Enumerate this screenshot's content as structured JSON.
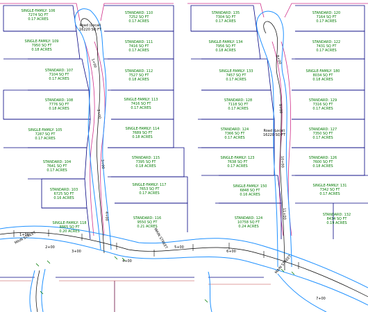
{
  "colors": {
    "lot_line": "#000080",
    "curb": "#1e90ff",
    "centerline": "#000000",
    "text_green": "#007a00",
    "parcel_pink": "#d0308a",
    "easement_red": "#c04040"
  },
  "lots": [
    {
      "id": "lot-l1",
      "type": "SINGLE-FAMILY: 106",
      "sqft": "7274 SQ FT",
      "acres": "0.17 ACRES"
    },
    {
      "id": "lot-l2",
      "type": "STANDARD: 110",
      "sqft": "7252 SQ FT",
      "acres": "0.17 ACRES"
    },
    {
      "id": "lot-l3",
      "type": "SINGLE-FAMILY: 109",
      "sqft": "7950 SQ FT",
      "acres": "0.18 ACRES"
    },
    {
      "id": "lot-l4",
      "type": "STANDARD: 111",
      "sqft": "7416 SQ FT",
      "acres": "0.17 ACRES"
    },
    {
      "id": "lot-l5",
      "type": "STANDARD: 107",
      "sqft": "7104 SQ FT",
      "acres": "0.17 ACRES"
    },
    {
      "id": "lot-l6",
      "type": "STANDARD: 112",
      "sqft": "7527 SQ FT",
      "acres": "0.18 ACRES"
    },
    {
      "id": "lot-l7",
      "type": "STANDARD: 108",
      "sqft": "7776 SQ FT",
      "acres": "0.18 ACRES"
    },
    {
      "id": "lot-l8",
      "type": "SINGLE-FAMILY: 113",
      "sqft": "7416 SQ FT",
      "acres": "0.17 ACRES"
    },
    {
      "id": "lot-l9",
      "type": "SINGLE-FAMILY: 105",
      "sqft": "7287 SQ FT",
      "acres": "0.17 ACRES"
    },
    {
      "id": "lot-l10",
      "type": "SINGLE-FAMILY: 114",
      "sqft": "7689 SQ FT",
      "acres": "0.18 ACRES"
    },
    {
      "id": "lot-l11",
      "type": "STANDARD: 104",
      "sqft": "7641 SQ FT",
      "acres": "0.17 ACRES"
    },
    {
      "id": "lot-l12",
      "type": "STANDARD: 115",
      "sqft": "7395 SQ FT",
      "acres": "0.18 ACRES"
    },
    {
      "id": "lot-l13",
      "type": "STANDARD: 103",
      "sqft": "6725 SQ FT",
      "acres": "0.16 ACRES"
    },
    {
      "id": "lot-l14",
      "type": "SINGLE-FAMILY: 117",
      "sqft": "7653 SQ FT",
      "acres": "0.17 ACRES"
    },
    {
      "id": "lot-l15",
      "type": "SINGLE-FAMILY: 118",
      "sqft": "8865 SQ FT",
      "acres": "0.20 ACRES"
    },
    {
      "id": "lot-l16",
      "type": "STANDARD: 116",
      "sqft": "9550 SQ FT",
      "acres": "0.21 ACRES"
    },
    {
      "id": "lot-r1",
      "type": "STANDARD: 135",
      "sqft": "7304 SQ FT",
      "acres": "0.17 ACRES"
    },
    {
      "id": "lot-r2",
      "type": "STANDARD: 120",
      "sqft": "7164 SQ FT",
      "acres": "0.17 ACRES"
    },
    {
      "id": "lot-r3",
      "type": "SINGLE-FAMILY: 134",
      "sqft": "7956 SQ FT",
      "acres": "0.18 ACRES"
    },
    {
      "id": "lot-r4",
      "type": "STANDARD: 122",
      "sqft": "7431 SQ FT",
      "acres": "0.17 ACRES"
    },
    {
      "id": "lot-r5",
      "type": "SINGLE-FAMILY: 133",
      "sqft": "7457 SQ FT",
      "acres": "0.17 ACRES"
    },
    {
      "id": "lot-r6",
      "type": "SINGLE-FAMILY: 180",
      "sqft": "8034 SQ FT",
      "acres": "0.18 ACRES"
    },
    {
      "id": "lot-r7",
      "type": "STANDARD: 128",
      "sqft": "7118 SQ FT",
      "acres": "0.17 ACRES"
    },
    {
      "id": "lot-r8",
      "type": "STANDARD: 129",
      "sqft": "7316 SQ FT",
      "acres": "0.17 ACRES"
    },
    {
      "id": "lot-r9",
      "type": "STANDARD: 124",
      "sqft": "7366 SQ FT",
      "acres": "0.17 ACRES"
    },
    {
      "id": "lot-r10",
      "type": "STANDARD: 127",
      "sqft": "7350 SQ FT",
      "acres": "0.17 ACRES"
    },
    {
      "id": "lot-r11",
      "type": "SINGLE-FAMILY: 123",
      "sqft": "7638 SQ FT",
      "acres": "0.17 ACRES"
    },
    {
      "id": "lot-r12",
      "type": "STANDARD: 126",
      "sqft": "7600 SQ FT",
      "acres": "0.18 ACRES"
    },
    {
      "id": "lot-r13",
      "type": "SINGLE-FAMILY: 150",
      "sqft": "6848 SQ FT",
      "acres": "0.16 ACRES"
    },
    {
      "id": "lot-r14",
      "type": "SINGLE-FAMILY: 131",
      "sqft": "7342 SQ FT",
      "acres": "0.17 ACRES"
    },
    {
      "id": "lot-r15",
      "type": "STANDARD: 124",
      "sqft": "10758 SQ FT",
      "acres": "0.24 ACRES"
    },
    {
      "id": "lot-r16",
      "type": "STANDARD: 132",
      "sqft": "8434 SQ FT",
      "acres": "0.19 ACRES"
    }
  ],
  "roads": {
    "left_cul_label_1": "Road (Local)",
    "left_cul_label_2": "16220 SQ FT",
    "right_cul_label_1": "Road (Local)",
    "right_cul_label_2": "16220 SQ FT",
    "main_street_left": "MAIN STREET",
    "main_street_mid": "MAIN STREET",
    "main_street_right": "MAIN STREET"
  },
  "stations": {
    "s1": "1+00",
    "s2": "2+00",
    "s3": "3+00",
    "s4": "4+00",
    "s5": "5+00",
    "s6": "6+00",
    "s7": "7+00",
    "s8": "8+00",
    "s9": "9+00",
    "s10": "10+00",
    "s11": "11+00",
    "c1": "1+00",
    "c2": "2+00",
    "c3": "3+00",
    "c4": "4+00"
  }
}
